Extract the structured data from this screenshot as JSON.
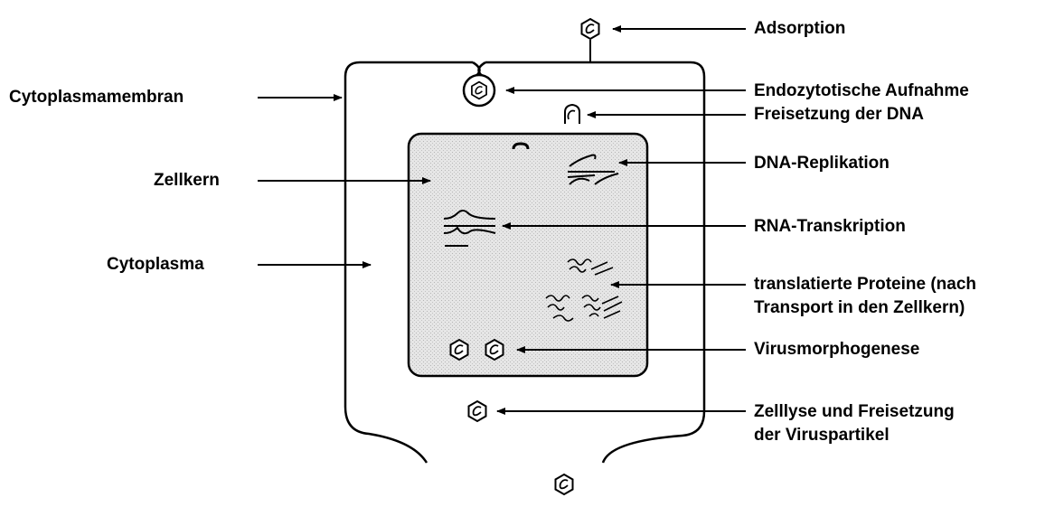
{
  "labels": {
    "adsorption": "Adsorption",
    "cytoplasm_membrane": "Cytoplasmamembran",
    "endocytosis": "Endozytotische Aufnahme",
    "dna_release": "Freisetzung der DNA",
    "nucleus": "Zellkern",
    "dna_replication": "DNA-Replikation",
    "rna_transcription": "RNA-Transkription",
    "cytoplasm": "Cytoplasma",
    "translated_proteins_line1": "translatierte Proteine (nach",
    "translated_proteins_line2": "Transport in den Zellkern)",
    "morphogenesis": "Virusmorphogenese",
    "lysis_line1": "Zelllyse und Freisetzung",
    "lysis_line2": "der Viruspartikel"
  },
  "colors": {
    "ink": "#000000",
    "nucleus_fill": "#e4e4e4",
    "background": "#ffffff"
  }
}
